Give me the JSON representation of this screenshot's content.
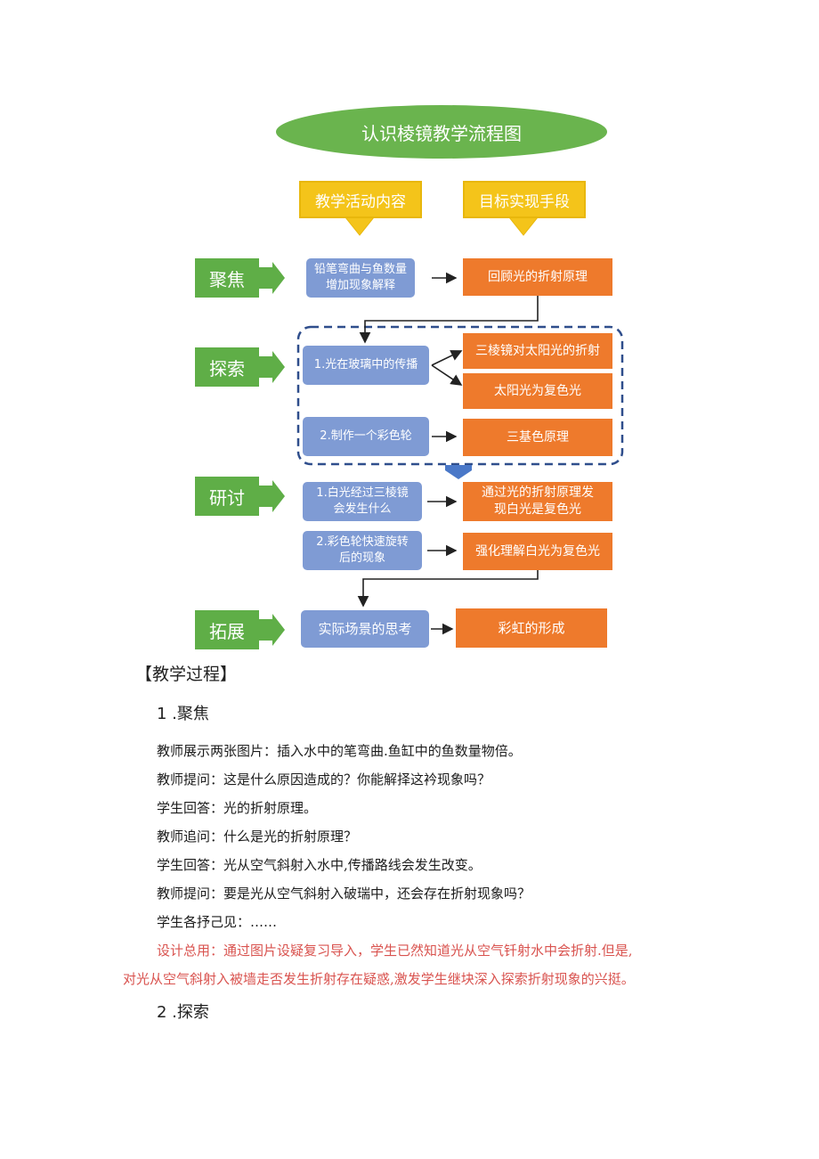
{
  "flowchart": {
    "title": "认识棱镜教学流程图",
    "col_activity": "教学活动内容",
    "col_goal": "目标实现手段",
    "stages": {
      "focus": "聚焦",
      "explore": "探索",
      "discuss": "研讨",
      "extend": "拓展"
    },
    "activities": {
      "a1": "铅笔弯曲与鱼数量增加现象解释",
      "a2": "1.光在玻璃中的传播",
      "a3": "2.制作一个彩色轮",
      "a4": "1.白光经过三棱镜会发生什么",
      "a5": "2.彩色轮快速旋转后的现象",
      "a6": "实际场景的思考"
    },
    "goals": {
      "g1": "回顾光的折射原理",
      "g2": "三棱镜对太阳光的折射",
      "g3": "太阳光为复色光",
      "g4": "三基色原理",
      "g5": "通过光的折射原理发现白光是复色光",
      "g6": "强化理解白光为复色光",
      "g7": "彩虹的形成"
    },
    "colors": {
      "green": "#5fae47",
      "yellow": "#f4c41a",
      "blue": "#7f9bd4",
      "orange": "#ee7a2c",
      "dash": "#2f4e8c"
    }
  },
  "doc": {
    "section_title": "【教学过程】",
    "h1": "1  .聚焦",
    "lines": [
      "教师展示两张图片：插入水中的笔弯曲.鱼缸中的鱼数量物倍。",
      "教师提问：这是什么原因造成的？你能解择这衿现象吗？",
      "学生回答：光的折射原理。",
      "教师追问：什么是光的折射原理？",
      "学生回答：光从空气斜射入水中,传播路线会发生改变。",
      "教师提问：要是光从空气斜射入破瑞中，还会存在折射现象吗？",
      "学生各抒己见：……"
    ],
    "design_line1": "设计总用：通过图片设疑复习导入，学生已然知道光从空气钎射水中会折射.但是,",
    "design_line2": "对光从空气斜射入被墙走否发生折射存在疑惑,激发学生继块深入探索折射现象的兴挺。",
    "h2": "2  .探索"
  }
}
